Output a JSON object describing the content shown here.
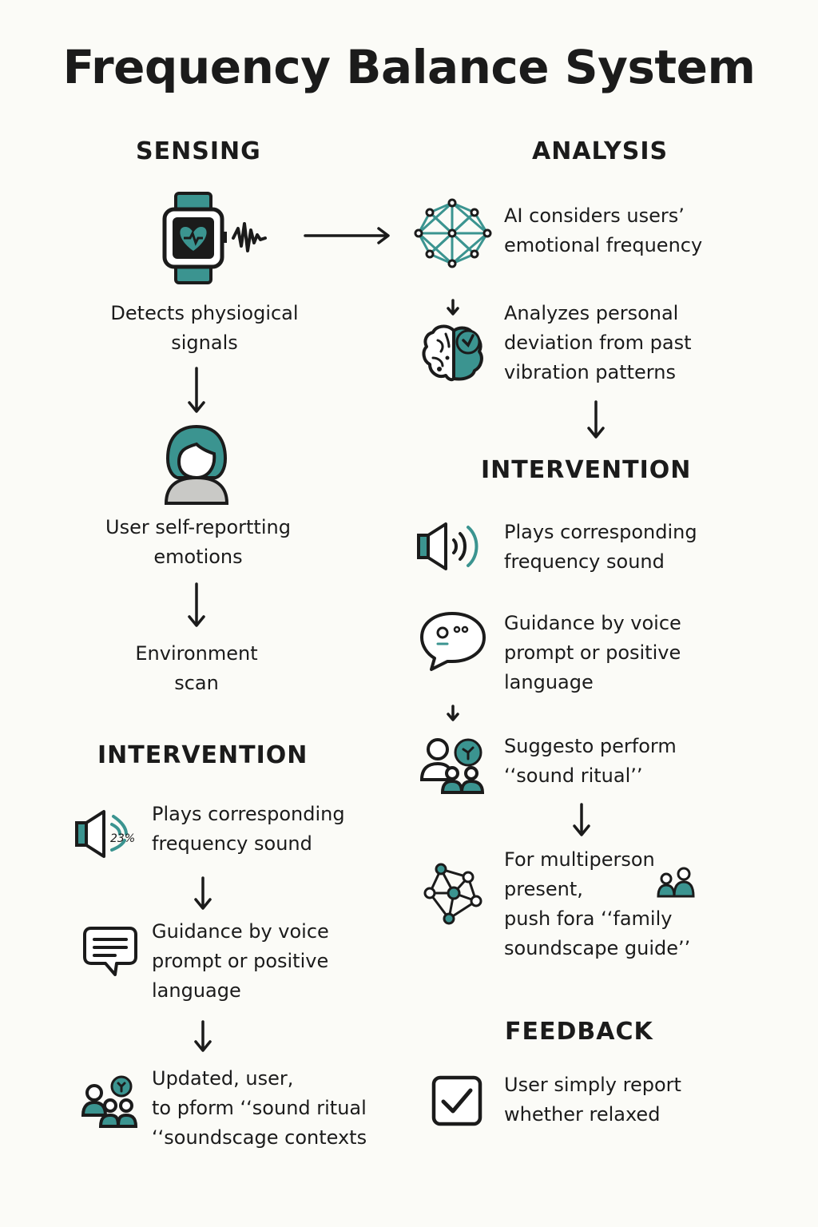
{
  "title": "Frequency Balance System",
  "left": {
    "sensing_heading": "SENSING",
    "detect_text": "Detects physiogical\nsignals",
    "self_report_text": "User self-reportting\nemotions",
    "env_text": "Environment\nscan",
    "intervention_heading": "INTERVENTION",
    "plays_text": "Plays corresponding\nfrequency sound",
    "speaker_badge": "23%",
    "guidance_text": "Guidance by voice\nprompt or positive\nlanguage",
    "updated_text": "Updated, user,\nto pform ‘‘sound ritual\n‘‘soundscage contexts"
  },
  "right": {
    "analysis_heading": "ANALYSIS",
    "ai_text": "AI considers users’\nemotional frequency",
    "analyzes_text": "Analyzes personal\ndeviation from past\nvibration patterns",
    "intervention_heading": "INTERVENTION",
    "plays_text": "Plays corresponding\nfrequency sound",
    "guidance_text": "Guidance by voice\nprompt or positive\nlanguage",
    "suggest_text": "Suggesto perform\n‘‘sound ritual’’",
    "multi_text": "For multiperson\npresent,\npush fora ‘‘family\nsoundscape guide’’",
    "feedback_heading": "FEEDBACK",
    "feedback_text": "User simply report\nwhether relaxed"
  },
  "colors": {
    "accent": "#3b9490",
    "ink": "#1b1b1b",
    "background": "#fbfbf7"
  }
}
